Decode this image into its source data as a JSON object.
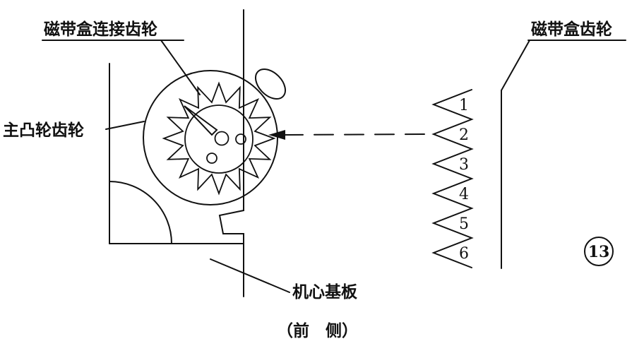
{
  "diagram": {
    "labels": {
      "connecting_gear": "磁带盒连接齿轮",
      "main_cam_gear": "主凸轮齿轮",
      "cassette_gear": "磁带盒齿轮",
      "base_plate": "机心基板",
      "front_side": "（前　侧）",
      "figure_number": "13"
    },
    "tooth_numbers": [
      "1",
      "2",
      "3",
      "4",
      "5",
      "6"
    ],
    "colors": {
      "line": "#111111",
      "background": "#ffffff"
    }
  }
}
